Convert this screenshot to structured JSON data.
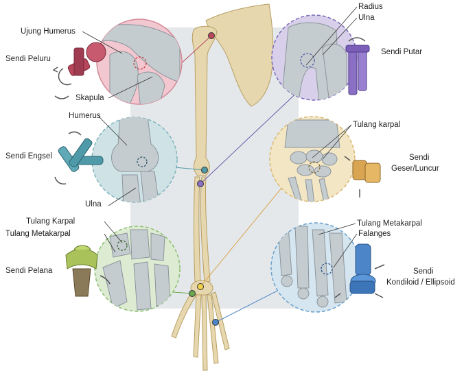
{
  "labels": {
    "ujung_humerus": "Ujung Humerus",
    "sendi_peluru": "Sendi Peluru",
    "skapula": "Skapula",
    "radius": "Radius",
    "ulna_top": "Ulna",
    "sendi_putar": "Sendi Putar",
    "humerus": "Humerus",
    "sendi_engsel": "Sendi Engsel",
    "ulna_mid": "Ulna",
    "tulang_karpal_right": "Tulang karpal",
    "sendi_geser_1": "Sendi",
    "sendi_geser_2": "Geser/Luncur",
    "tulang_karpal_left": "Tulang Karpal",
    "tulang_metakarpal_left": "Tulang Metakarpal",
    "sendi_pelana": "Sendi Pelana",
    "tulang_metakarpal_right": "Tulang Metakarpal",
    "falanges": "Falanges",
    "sendi_kondiloid_1": "Sendi",
    "sendi_kondiloid_2": "Kondiloid / Ellipsoid"
  },
  "colors": {
    "bone": "#e6d7ae",
    "bone_dark": "#c9b27a",
    "backdrop": "#e4e8ea",
    "pink": "#f2c7cf",
    "purple": "#d8d0ea",
    "teal": "#cfe3e6",
    "yellow": "#f3e6c4",
    "green": "#dcebd2",
    "blue": "#d6e6f0",
    "peluru_model": "#b8475c",
    "putar_model": "#8a6fc4",
    "engsel_model": "#4f9aa8",
    "geser_model": "#d9a552",
    "pelana_model": "#a9c25a",
    "kondiloid_model": "#4d86c8"
  }
}
